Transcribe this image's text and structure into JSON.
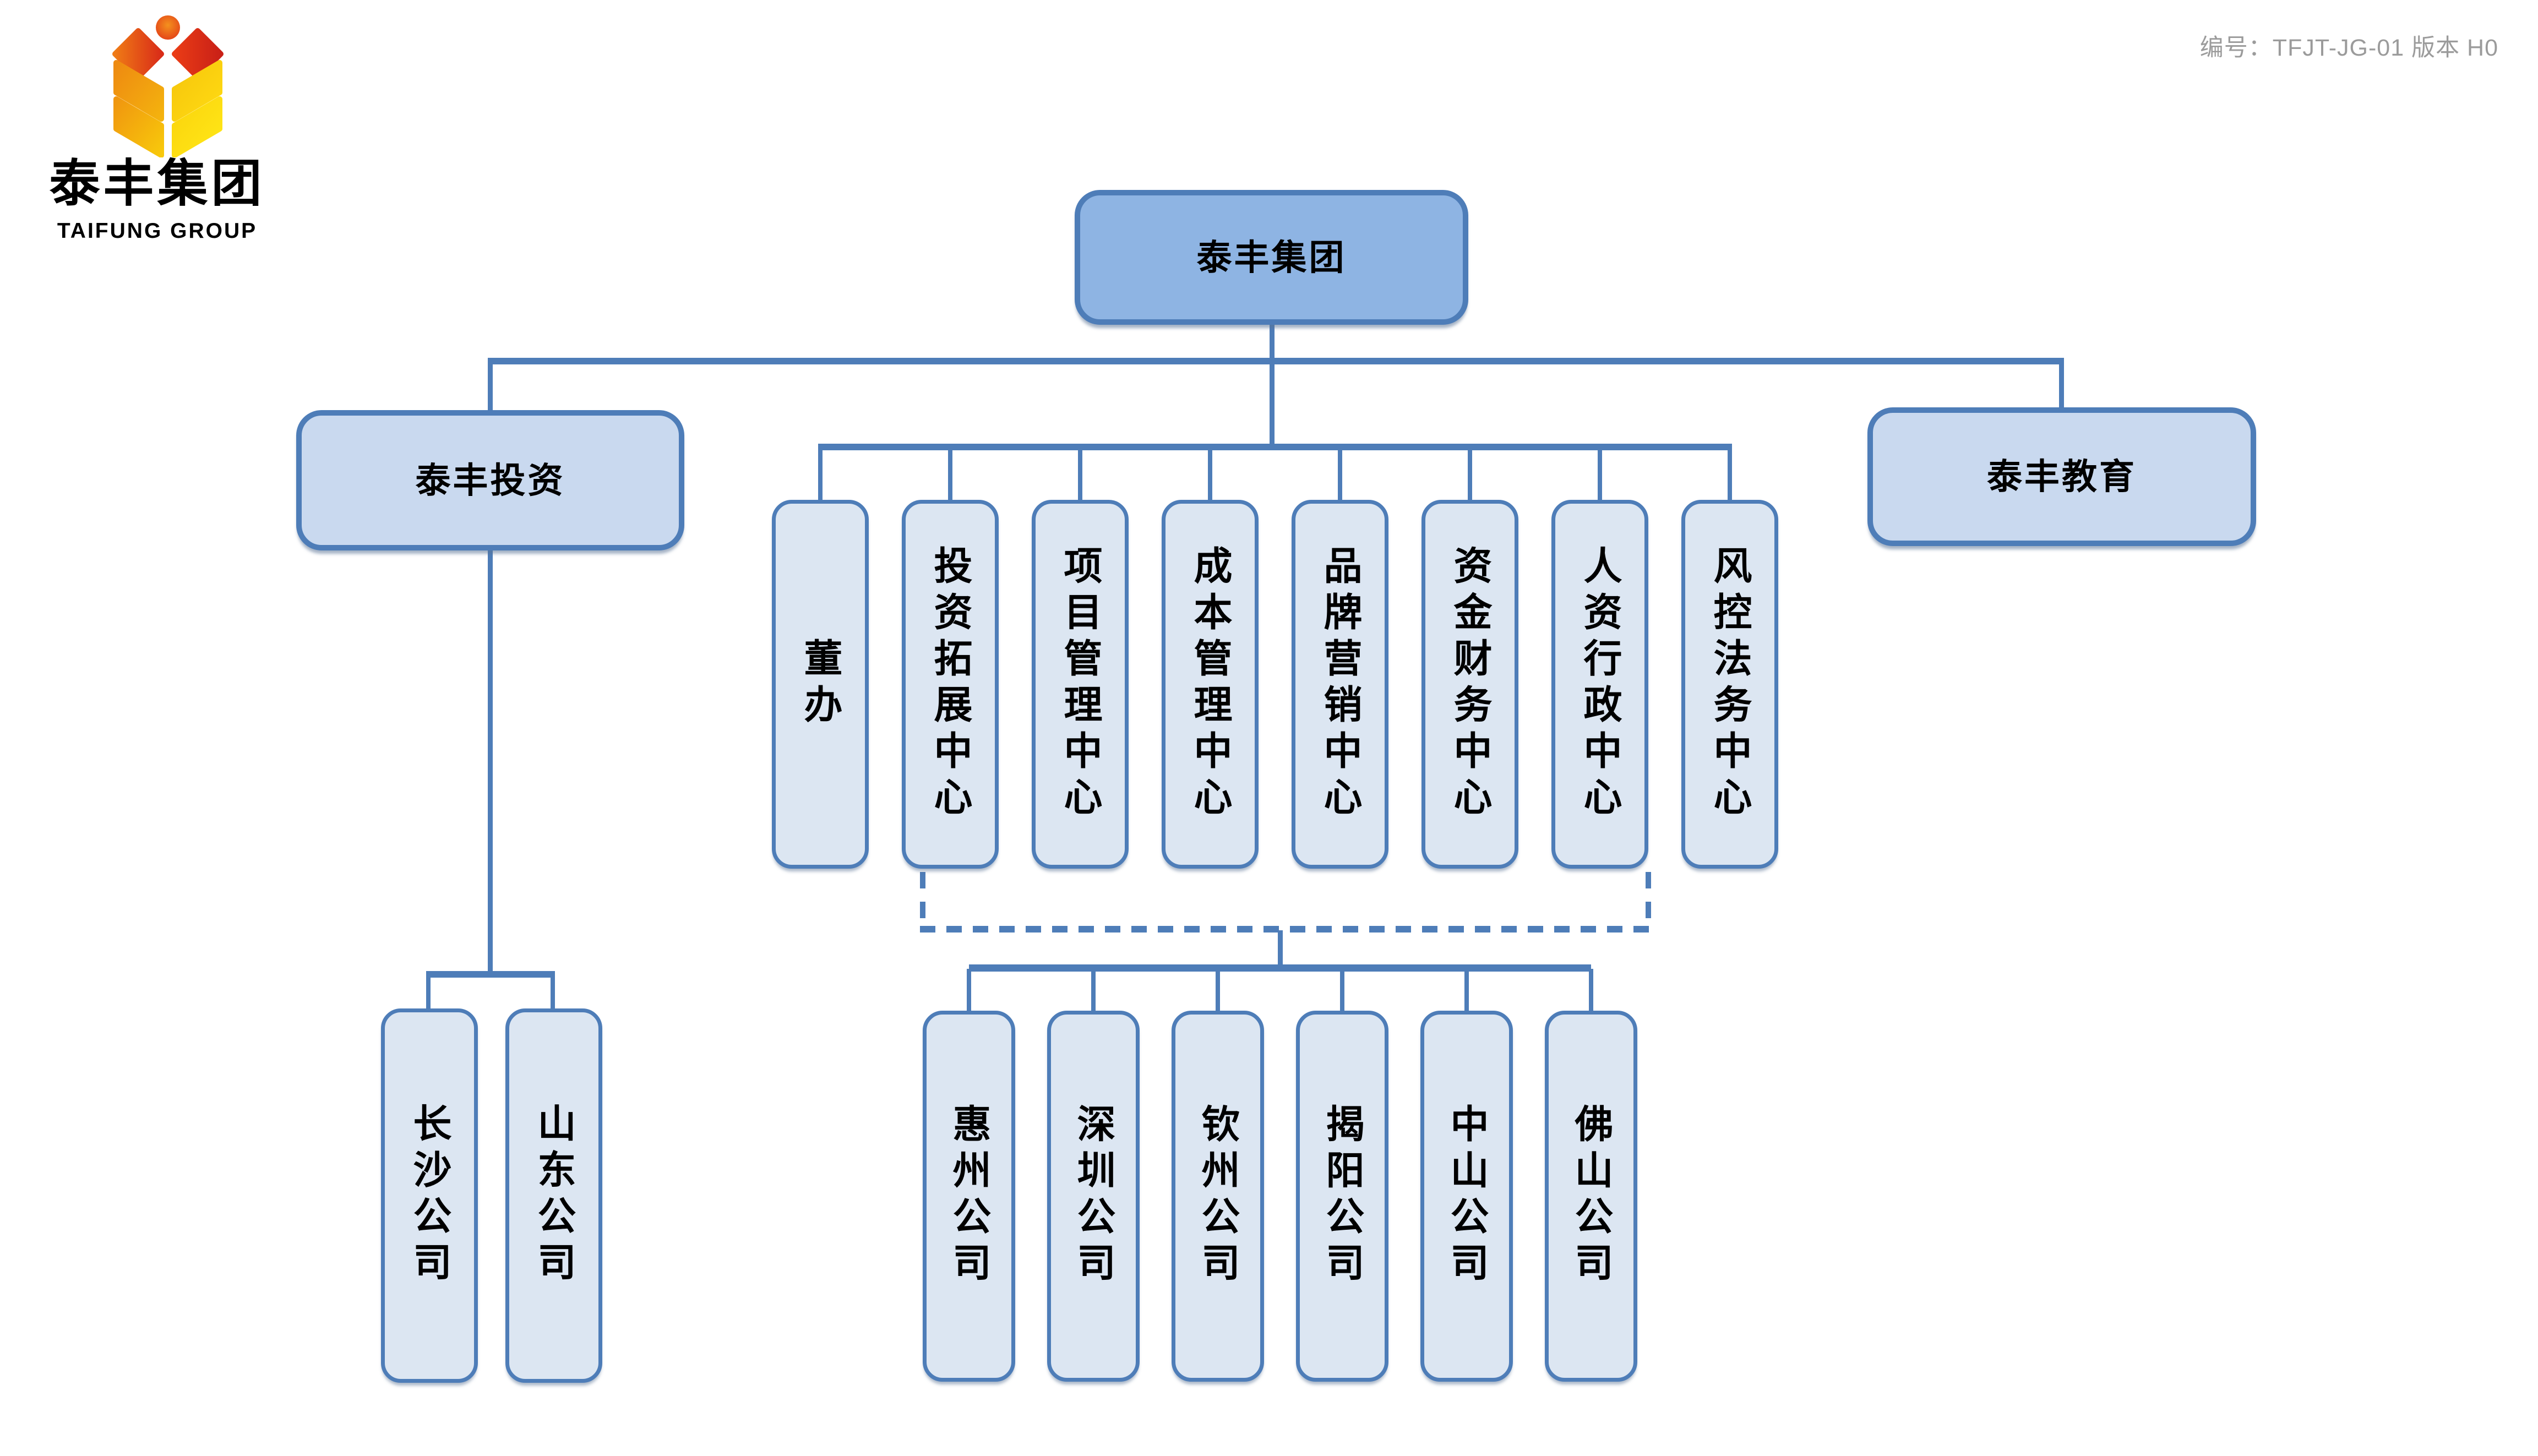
{
  "page": {
    "doc_code": "编号：TFJT-JG-01  版本 H0"
  },
  "logo": {
    "icon": "wheat-book-emblem",
    "name_cn": "泰丰集团",
    "name_en": "TAIFUNG GROUP"
  },
  "org": {
    "root": "泰丰集团",
    "left_branch": {
      "name": "泰丰投资",
      "subsidiaries": [
        "长沙公司",
        "山东公司"
      ]
    },
    "right_branch": {
      "name": "泰丰教育"
    },
    "departments": [
      "董办",
      "投资拓展中心",
      "项目管理中心",
      "成本管理中心",
      "品牌营销中心",
      "资金财务中心",
      "人资行政中心",
      "风控法务中心"
    ],
    "regional_companies": [
      "惠州公司",
      "深圳公司",
      "钦州公司",
      "揭阳公司",
      "中山公司",
      "佛山公司"
    ]
  },
  "colors": {
    "line": "#4E7DB8",
    "root_fill": "#8EB4E3",
    "branch_fill": "#C9D9EF",
    "node_fill": "#DCE6F2",
    "text": "#000000",
    "doc_code_gray": "#9B9B9B"
  }
}
